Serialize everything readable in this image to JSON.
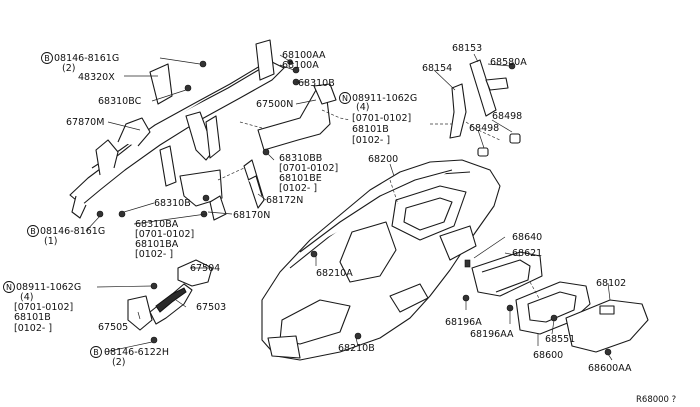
{
  "labels": {
    "l_08146_8161G_top": "08146-8161G",
    "l_2_top": "(2)",
    "l_48320X": "48320X",
    "l_68310BC": "68310BC",
    "l_67870M": "67870M",
    "l_68100AA": "68100AA",
    "l_68100A": "68100A",
    "l_68310B_top": "68310B",
    "l_67500N": "67500N",
    "l_08911_1062G_right": "08911-1062G",
    "l_4_right": "(4)",
    "l_0701_0102_right": "[0701-0102]",
    "l_68101B_right": "68101B",
    "l_0102_right": "[0102-      ]",
    "l_68153": "68153",
    "l_68154": "68154",
    "l_68580A": "68580A",
    "l_68498_a": "68498",
    "l_68498_b": "68498",
    "l_68310BB": "68310BB",
    "l_0701_0102_mid": "[0701-0102]",
    "l_68101BE": "68101BE",
    "l_0102_mid": "[0102-      ]",
    "l_68172N": "68172N",
    "l_68200": "68200",
    "l_68310B_left": "68310B",
    "l_68310BA": "68310BA",
    "l_0701_0102_left": "[0701-0102]",
    "l_68101BA": "68101BA",
    "l_0102_left": "[0102-      ]",
    "l_68170N": "68170N",
    "l_08146_8161G_left": "08146-8161G",
    "l_1_left": "(1)",
    "l_67504": "67504",
    "l_68210A": "68210A",
    "l_68640": "68640",
    "l_68621": "68621",
    "l_68102": "68102",
    "l_08911_1062G_left": "08911-1062G",
    "l_4_left": "(4)",
    "l_0701_0102_bl": "[0701-0102]",
    "l_68101B_bl": "68101B",
    "l_0102_bl": "[0102-      ]",
    "l_67503": "67503",
    "l_67505": "67505",
    "l_08146_6122H": "08146-6122H",
    "l_2_bottom": "(2)",
    "l_68196A": "68196A",
    "l_68196AA": "68196AA",
    "l_68551": "68551",
    "l_68600": "68600",
    "l_68210B": "68210B",
    "l_68600AA": "68600AA",
    "l_ref": "R68000 ?"
  },
  "callouts": {
    "b": "B",
    "n": "N"
  }
}
